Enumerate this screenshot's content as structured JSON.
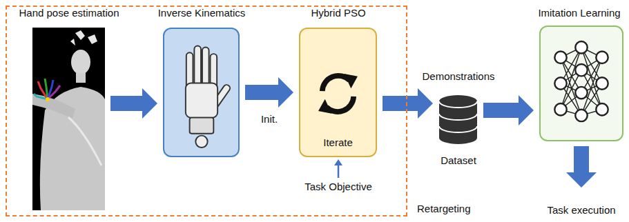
{
  "diagram": {
    "nodes": [
      {
        "text": [
          "Retargeting"
        ]
      },
      {
        "text": [
          "Hand pose estimation"
        ],
        "in": 0
      },
      {
        "text": [
          "Inverse Kinematics"
        ],
        "in": 0
      },
      {
        "text": [
          "Hybrid PSO",
          "Iterate"
        ],
        "in": 0
      },
      {
        "text": [
          "Demonstrations",
          "Dataset"
        ]
      },
      {
        "text": [
          "Imitation Learning"
        ]
      }
    ],
    "edges": [
      {
        "from": 1,
        "to": 2,
        "arrow": "to"
      },
      {
        "from": 2,
        "to": 3,
        "label": "Init.",
        "arrow": "to"
      },
      {
        "from": 3,
        "to": 4,
        "arrow": "to"
      },
      {
        "from": 4,
        "to": 5,
        "arrow": "to"
      }
    ],
    "labels": [
      "Task Objective",
      "Task execution"
    ]
  }
}
